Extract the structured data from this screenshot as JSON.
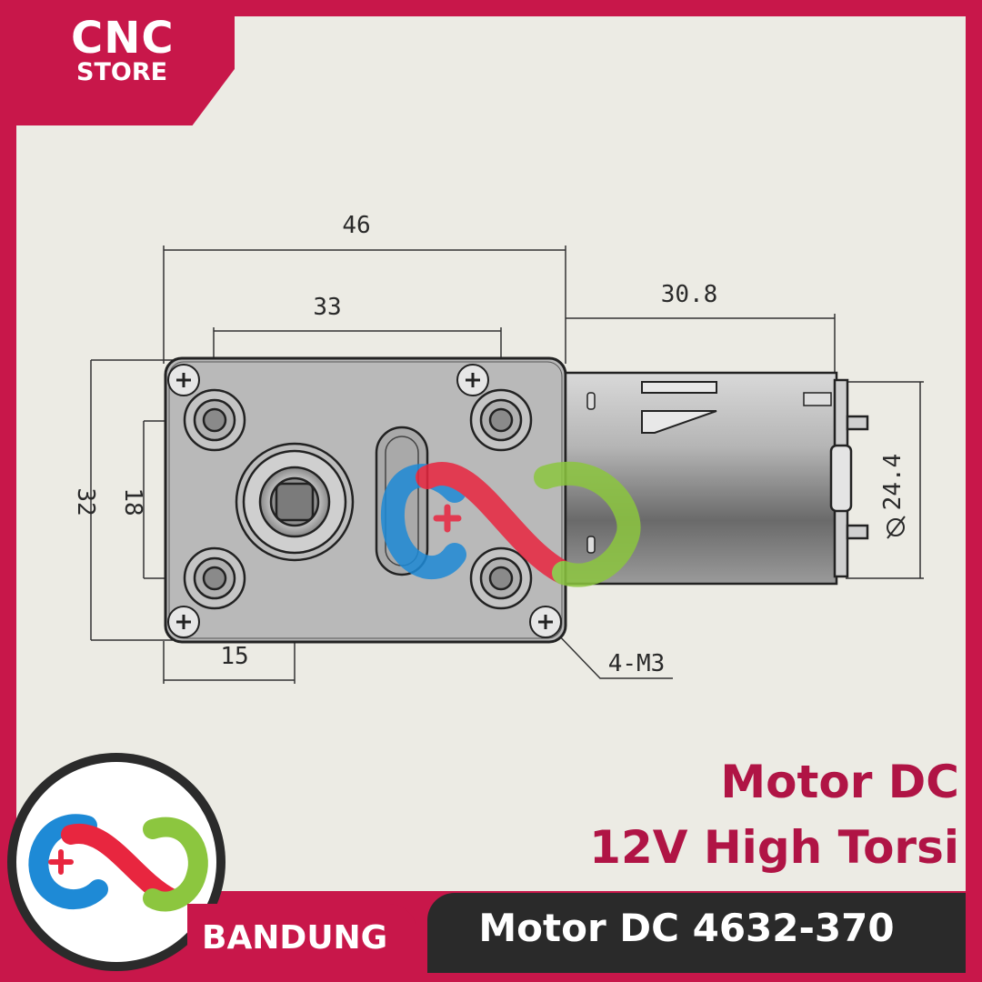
{
  "logo": {
    "line1": "CNC",
    "line2": "STORE"
  },
  "drawing": {
    "dimensions": {
      "overall_width": "46",
      "hole_spacing": "33",
      "motor_length": "30.8",
      "height": "32",
      "vertical_spacing": "18",
      "shaft_offset": "15",
      "diameter": "24.4",
      "screw_spec": "4-M3"
    }
  },
  "product": {
    "title_line1": "Motor DC",
    "title_line2": "12V High Torsi",
    "city": "BANDUNG",
    "model": "Motor DC 4632-370"
  },
  "colors": {
    "brand": "#c8174a",
    "dark": "#2a2a2a",
    "background": "#ecebe4",
    "logo_red": "#e8263f",
    "logo_blue": "#1e8ad6",
    "logo_green": "#8cc63f"
  }
}
